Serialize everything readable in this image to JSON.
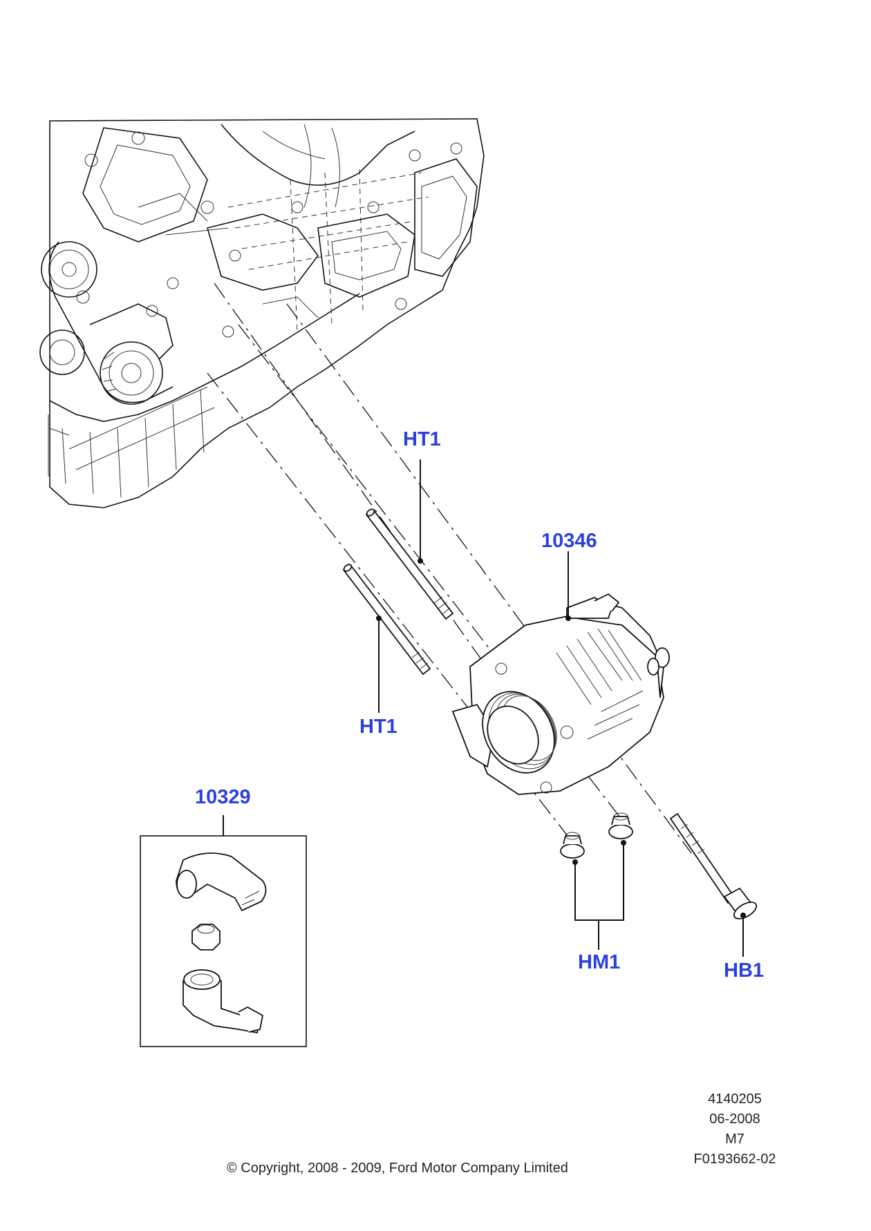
{
  "callouts": {
    "ht1_top": "HT1",
    "ht1_bottom": "HT1",
    "alternator": "10346",
    "kit": "10329",
    "hm1": "HM1",
    "hb1": "HB1"
  },
  "footer": {
    "copyright": "© Copyright, 2008 - 2009, Ford Motor Company Limited",
    "ref_number": "4140205",
    "date": "06-2008",
    "model": "M7",
    "figure_id": "F0193662-02"
  }
}
